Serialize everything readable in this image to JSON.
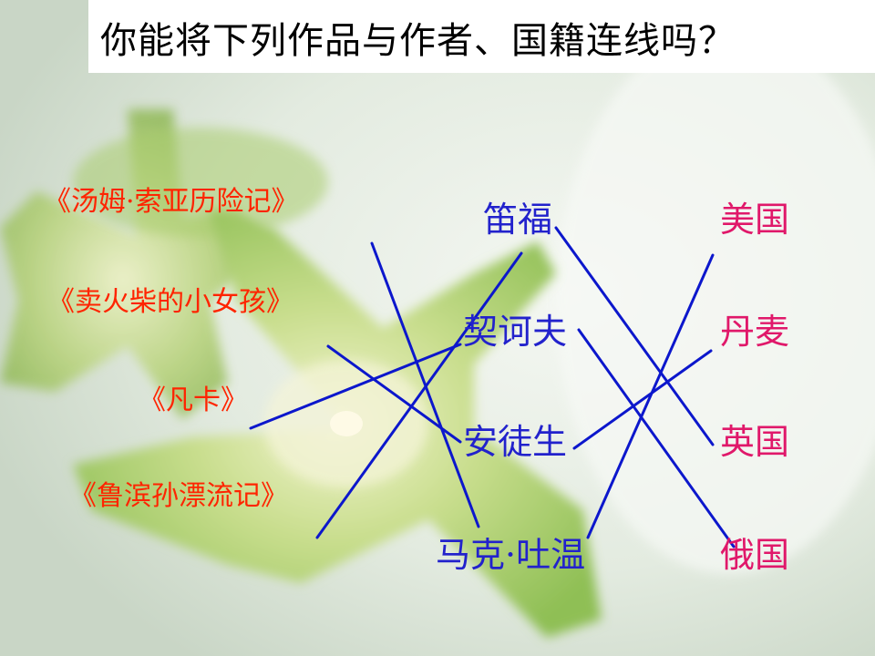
{
  "title": "你能将下列作品与作者、国籍连线吗？",
  "colors": {
    "work": "#ff2400",
    "author": "#2222cc",
    "nation": "#e0186a",
    "line": "#0c17cc",
    "title_bg": "#ffffff"
  },
  "works": [
    {
      "label": "《汤姆·索亚历险记》"
    },
    {
      "label": "《卖火柴的小女孩》"
    },
    {
      "label": "《凡卡》"
    },
    {
      "label": "《鲁滨孙漂流记》"
    }
  ],
  "authors": [
    {
      "label": "笛福"
    },
    {
      "label": "契诃夫"
    },
    {
      "label": "安徒生"
    },
    {
      "label": "马克·吐温"
    }
  ],
  "nations": [
    {
      "label": "美国"
    },
    {
      "label": "丹麦"
    },
    {
      "label": "英国"
    },
    {
      "label": "俄国"
    }
  ],
  "connections": {
    "work_to_author": [
      [
        0,
        3
      ],
      [
        1,
        2
      ],
      [
        2,
        1
      ],
      [
        3,
        0
      ]
    ],
    "author_to_nation": [
      [
        0,
        2
      ],
      [
        1,
        3
      ],
      [
        2,
        1
      ],
      [
        3,
        0
      ]
    ]
  }
}
